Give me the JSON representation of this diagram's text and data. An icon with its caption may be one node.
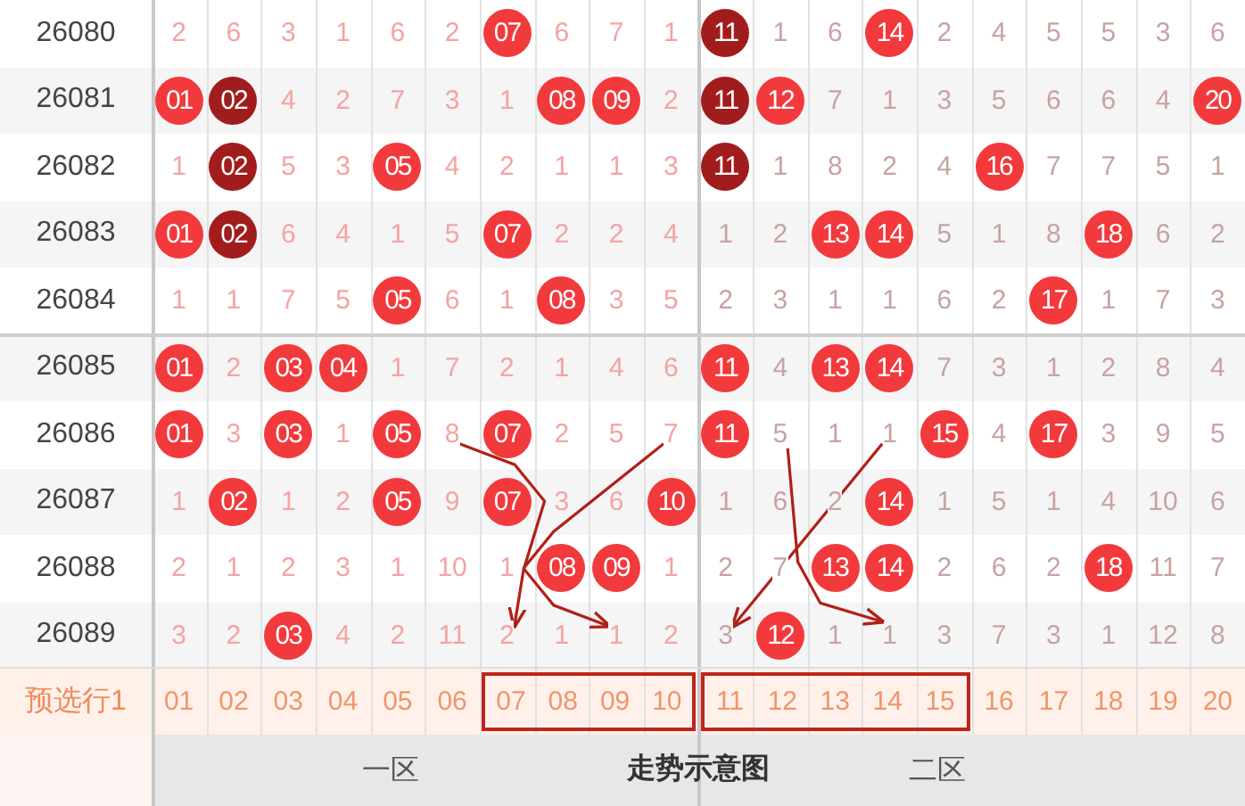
{
  "diagram": {
    "title": "走势示意图",
    "nodes": [
      {
        "text": [
          "07"
        ]
      },
      {
        "text": [
          "11"
        ]
      },
      {
        "text": [
          "14"
        ]
      },
      {
        "text": [
          "01"
        ]
      },
      {
        "text": [
          "02"
        ]
      },
      {
        "text": [
          "08"
        ]
      },
      {
        "text": [
          "09"
        ]
      },
      {
        "text": [
          "11"
        ]
      },
      {
        "text": [
          "12"
        ]
      },
      {
        "text": [
          "20"
        ]
      },
      {
        "text": [
          "02"
        ]
      },
      {
        "text": [
          "05"
        ]
      },
      {
        "text": [
          "11"
        ]
      },
      {
        "text": [
          "16"
        ]
      },
      {
        "text": [
          "01"
        ]
      },
      {
        "text": [
          "02"
        ]
      },
      {
        "text": [
          "07"
        ]
      },
      {
        "text": [
          "13"
        ]
      },
      {
        "text": [
          "14"
        ]
      },
      {
        "text": [
          "18"
        ]
      },
      {
        "text": [
          "05"
        ]
      },
      {
        "text": [
          "08"
        ]
      },
      {
        "text": [
          "17"
        ]
      },
      {
        "text": [
          "01"
        ]
      },
      {
        "text": [
          "03"
        ]
      },
      {
        "text": [
          "04"
        ]
      },
      {
        "text": [
          "11"
        ]
      },
      {
        "text": [
          "13"
        ]
      },
      {
        "text": [
          "14"
        ]
      },
      {
        "text": [
          "01"
        ]
      },
      {
        "text": [
          "03"
        ]
      },
      {
        "text": [
          "05"
        ]
      },
      {
        "text": [
          "8"
        ]
      },
      {
        "text": [
          "07"
        ]
      },
      {
        "text": [
          "7"
        ]
      },
      {
        "text": [
          "11"
        ]
      },
      {
        "text": [
          "5"
        ]
      },
      {
        "text": [
          "1"
        ]
      },
      {
        "text": [
          "15"
        ]
      },
      {
        "text": [
          "17"
        ]
      },
      {
        "text": [
          "02"
        ]
      },
      {
        "text": [
          "05"
        ]
      },
      {
        "text": [
          "07"
        ]
      },
      {
        "text": [
          "10"
        ]
      },
      {
        "text": [
          "14"
        ]
      },
      {
        "text": [
          "08"
        ]
      },
      {
        "text": [
          "09"
        ]
      },
      {
        "text": [
          "13"
        ]
      },
      {
        "text": [
          "14"
        ]
      },
      {
        "text": [
          "18"
        ]
      },
      {
        "text": [
          "03"
        ]
      },
      {
        "text": [
          "2"
        ]
      },
      {
        "text": [
          "1"
        ]
      },
      {
        "text": [
          "3"
        ]
      },
      {
        "text": [
          "12"
        ]
      },
      {
        "text": [
          "1"
        ]
      },
      {
        "text": [
          "07",
          "08",
          "09",
          "10"
        ]
      },
      {
        "text": [
          "11",
          "12",
          "13",
          "14",
          "15"
        ]
      }
    ],
    "edges": [
      {
        "from": 32,
        "to": 52,
        "arrow": "to"
      },
      {
        "from": 34,
        "to": 51,
        "arrow": "to"
      },
      {
        "from": 36,
        "to": 55,
        "arrow": "to"
      },
      {
        "from": 37,
        "to": 53,
        "arrow": "to"
      }
    ],
    "labels": [
      "26080",
      "2",
      "6",
      "3",
      "1",
      "6",
      "2",
      "6",
      "7",
      "1",
      "1",
      "6",
      "2",
      "4",
      "5",
      "5",
      "3",
      "6",
      "26081",
      "4",
      "2",
      "7",
      "3",
      "1",
      "2",
      "7",
      "1",
      "3",
      "5",
      "6",
      "6",
      "4",
      "26082",
      "1",
      "5",
      "3",
      "4",
      "2",
      "1",
      "1",
      "3",
      "1",
      "8",
      "2",
      "4",
      "7",
      "7",
      "5",
      "1",
      "26083",
      "6",
      "4",
      "1",
      "5",
      "2",
      "2",
      "4",
      "1",
      "2",
      "5",
      "1",
      "8",
      "6",
      "2",
      "26084",
      "1",
      "1",
      "7",
      "5",
      "6",
      "1",
      "3",
      "5",
      "2",
      "3",
      "1",
      "1",
      "6",
      "2",
      "1",
      "7",
      "3",
      "26085",
      "2",
      "1",
      "7",
      "2",
      "1",
      "4",
      "6",
      "4",
      "7",
      "3",
      "1",
      "2",
      "8",
      "4",
      "26086",
      "3",
      "1",
      "2",
      "5",
      "1",
      "4",
      "3",
      "9",
      "5",
      "26087",
      "1",
      "1",
      "2",
      "9",
      "3",
      "6",
      "1",
      "6",
      "2",
      "1",
      "5",
      "1",
      "4",
      "10",
      "6",
      "26088",
      "2",
      "1",
      "2",
      "3",
      "1",
      "10",
      "1",
      "1",
      "2",
      "7",
      "2",
      "6",
      "2",
      "11",
      "7",
      "26089",
      "3",
      "2",
      "4",
      "2",
      "11",
      "1",
      "2",
      "1",
      "3",
      "7",
      "3",
      "1",
      "12",
      "8",
      "预选行1",
      "01",
      "02",
      "03",
      "04",
      "05",
      "06",
      "16",
      "17",
      "18",
      "19",
      "20",
      "一区",
      "二区"
    ]
  }
}
